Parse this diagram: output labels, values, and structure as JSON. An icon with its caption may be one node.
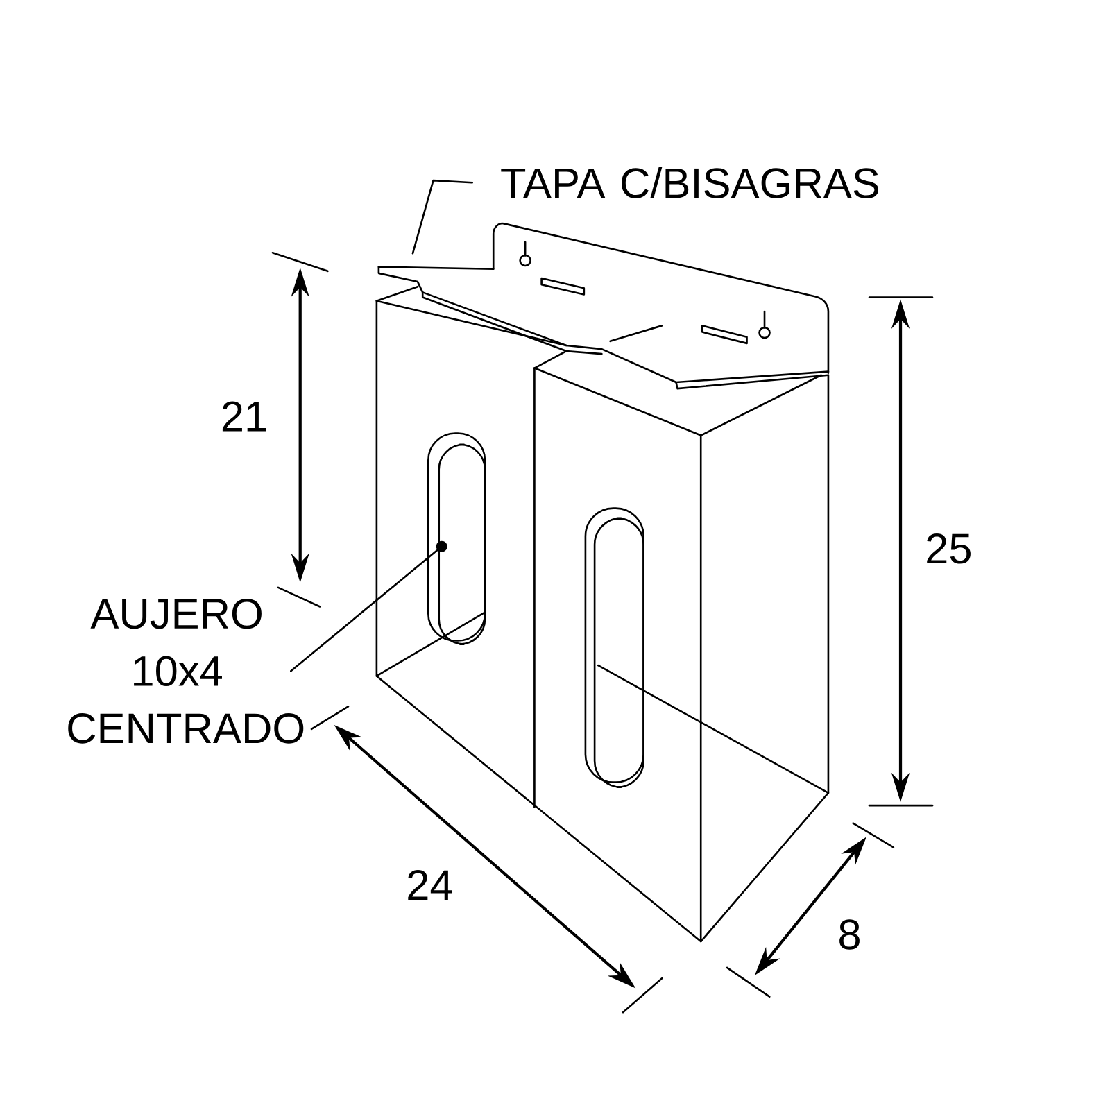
{
  "diagram": {
    "nodes": [
      {
        "text": [
          "TAPA C/BISAGRAS"
        ]
      },
      {
        "text": [
          "AUJERO 10x4 CENTRADO"
        ]
      }
    ],
    "edges": [
      {
        "from": 0,
        "to": null,
        "arrow": "none"
      },
      {
        "from": 1,
        "to": null,
        "arrow": "other"
      }
    ],
    "labels": [
      "21",
      "25",
      "24",
      "8"
    ]
  }
}
